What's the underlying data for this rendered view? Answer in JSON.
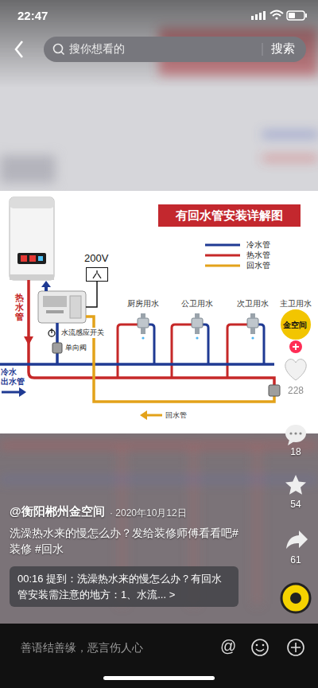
{
  "diagram": {
    "title": "有回水管安装详解图",
    "nodes": [
      {
        "text": [
          "搜你想看的",
          "搜索"
        ]
      },
      {
        "text": [
          "200V"
        ]
      },
      {
        "text": [
          "水流感应开关"
        ]
      },
      {
        "text": [
          "00:16 提到：洗澡热水来的慢怎么办？有回水管安装需注意的地方：1、水流... >"
        ]
      }
    ],
    "edges": [
      {
        "from": 1,
        "to": 2,
        "arrow": "none"
      }
    ],
    "labels": [
      "22:47",
      "热水管",
      "冷水 出水管",
      "单向阀",
      "厨房用水",
      "公卫用水",
      "次卫用水",
      "主卫用水",
      "回水管",
      "金空间",
      "228",
      "18",
      "54",
      "61",
      "@衡阳郴州金空间",
      "· 2020年10月12日",
      "洗澡热水来的慢怎么办？发给装修师傅看看吧#装修 #回水",
      "善语结善缘，恶言伤人心",
      "@"
    ],
    "legend": [
      {
        "text": "冷水管"
      },
      {
        "text": "热水管"
      },
      {
        "text": "回水管"
      }
    ]
  }
}
